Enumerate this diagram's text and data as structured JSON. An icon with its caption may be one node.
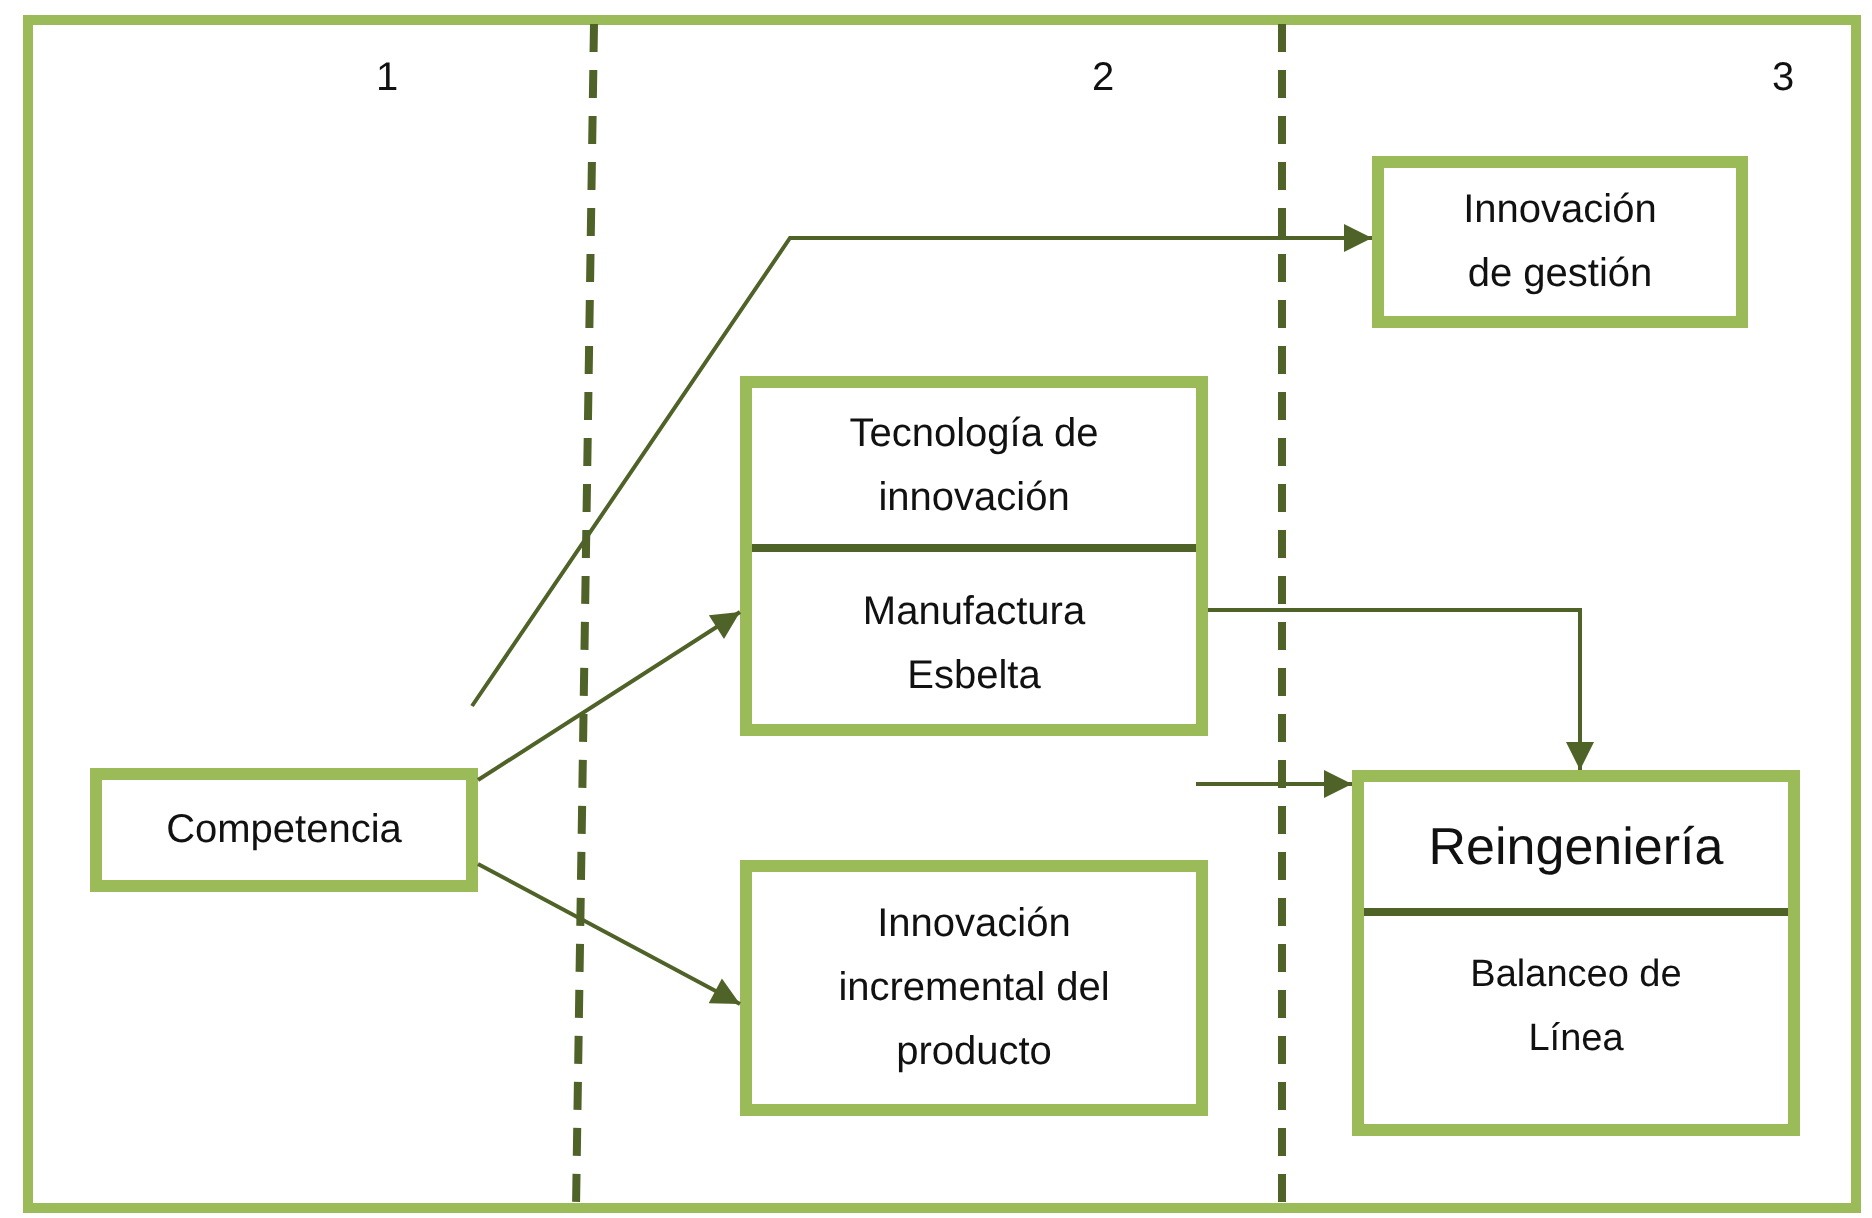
{
  "diagram": {
    "nodes": [
      {
        "text": [
          "Competencia"
        ]
      },
      {
        "text": [
          "Innovación de gestión"
        ]
      },
      {
        "text": [
          "Tecnología de innovación",
          "Manufactura Esbelta"
        ]
      },
      {
        "text": [
          "Innovación incremental del producto"
        ]
      },
      {
        "text": [
          "Reingeniería",
          "Balanceo de Línea"
        ]
      }
    ],
    "edges": [
      {
        "from": null,
        "to": 1,
        "arrow": "to"
      },
      {
        "from": 0,
        "to": 2,
        "arrow": "to"
      },
      {
        "from": 0,
        "to": 3,
        "arrow": "to"
      },
      {
        "from": 2,
        "to": 4,
        "arrow": "to"
      },
      {
        "from": null,
        "to": 4,
        "arrow": "to"
      }
    ],
    "labels": [
      "1",
      "2",
      "3"
    ]
  }
}
